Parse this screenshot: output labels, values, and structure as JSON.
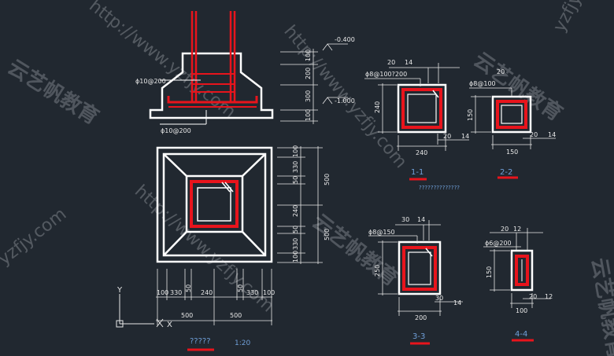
{
  "elevation_marks": {
    "top": "-0.400",
    "bottom": "-1.000"
  },
  "rebar_notes": {
    "top_bar": "ϕ10@200",
    "bottom_bar": "ϕ10@200",
    "s11": "ϕ8@100?200",
    "s22": "ϕ8@100",
    "s33": "ϕ8@150",
    "s44": "ϕ6@200"
  },
  "elevation_dims": [
    "100",
    "200",
    "300",
    "100"
  ],
  "plan_right_dims": [
    "100",
    "330",
    "50",
    "240",
    "50",
    "330",
    "100"
  ],
  "plan_right_totals": [
    "500",
    "500"
  ],
  "plan_bottom_dims": [
    "100",
    "330",
    "50",
    "240",
    "50",
    "330",
    "100"
  ],
  "plan_bottom_totals": [
    "500",
    "500"
  ],
  "section_dims": {
    "s11": {
      "side": "240",
      "bottom": "240",
      "cover_top": "20",
      "edge_top": "14",
      "cover_bottom": "20",
      "edge_bottom": "14"
    },
    "s22": {
      "side": "150",
      "bottom": "150",
      "cover_top": "20",
      "cover_bottom": "20",
      "edge_bottom": "14"
    },
    "s33": {
      "side": "250",
      "bottom": "200",
      "cover_top": "30",
      "edge_top": "14",
      "cover_bottom": "30",
      "edge_bottom": "14"
    },
    "s44": {
      "side": "150",
      "bottom": "100",
      "cover_top": "20",
      "edge_top": "12",
      "cover_bottom": "20",
      "edge_bottom": "12"
    }
  },
  "section_labels": {
    "s11": "1-1",
    "s22": "2-2",
    "s33": "3-3",
    "s44": "4-4"
  },
  "section_note": "??????????????",
  "plan_title": "?????",
  "plan_scale": "1:20",
  "axis": {
    "y": "Y",
    "x": "X"
  },
  "watermarks": [
    "http://www.yzfjy.com",
    "http://www.yzfjy.com",
    "http://www.yzfjy.com",
    "yzfjy",
    "yzfjy.com"
  ],
  "watermark_cn": [
    "云艺帆教育",
    "云艺帆教育",
    "云艺帆教育",
    "云艺帆教育"
  ],
  "colors": {
    "background": "#212830",
    "outline": "#ffffff",
    "rebar": "#e8141c",
    "label": "#6f9fd8",
    "dimension": "#e8e8e8"
  }
}
